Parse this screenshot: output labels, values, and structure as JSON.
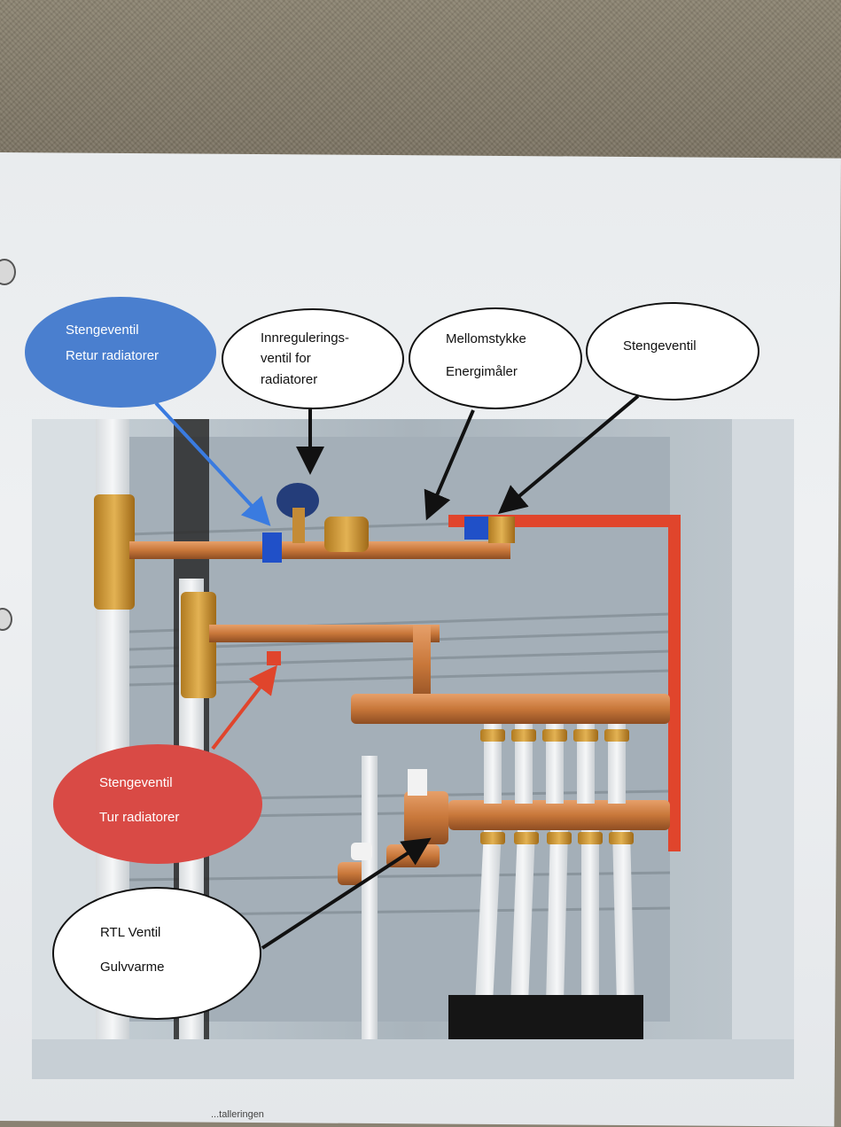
{
  "labels": {
    "stengeventil_retur": {
      "line1": "Stengeventil",
      "line2": "Retur radiatorer"
    },
    "innregulering": {
      "line1": "Innregulerings-",
      "line2": "ventil  for",
      "line3": "radiatorer"
    },
    "mellomstykke": {
      "line1": "Mellomstykke",
      "line2": "Energimåler"
    },
    "stengeventil": {
      "line1": "Stengeventil"
    },
    "stengeventil_tur": {
      "line1": "Stengeventil",
      "line2": "Tur radiatorer"
    },
    "rtl": {
      "line1": "RTL Ventil",
      "line2": "Gulvvarme"
    }
  },
  "footer": {
    "text": "...talleringen"
  },
  "colors": {
    "blue_bubble": "#4a7fcf",
    "red_bubble": "#d94a45",
    "copper": "#c8773a",
    "red_pipe": "#e0452c",
    "cabinet": "#b8c2c9"
  }
}
